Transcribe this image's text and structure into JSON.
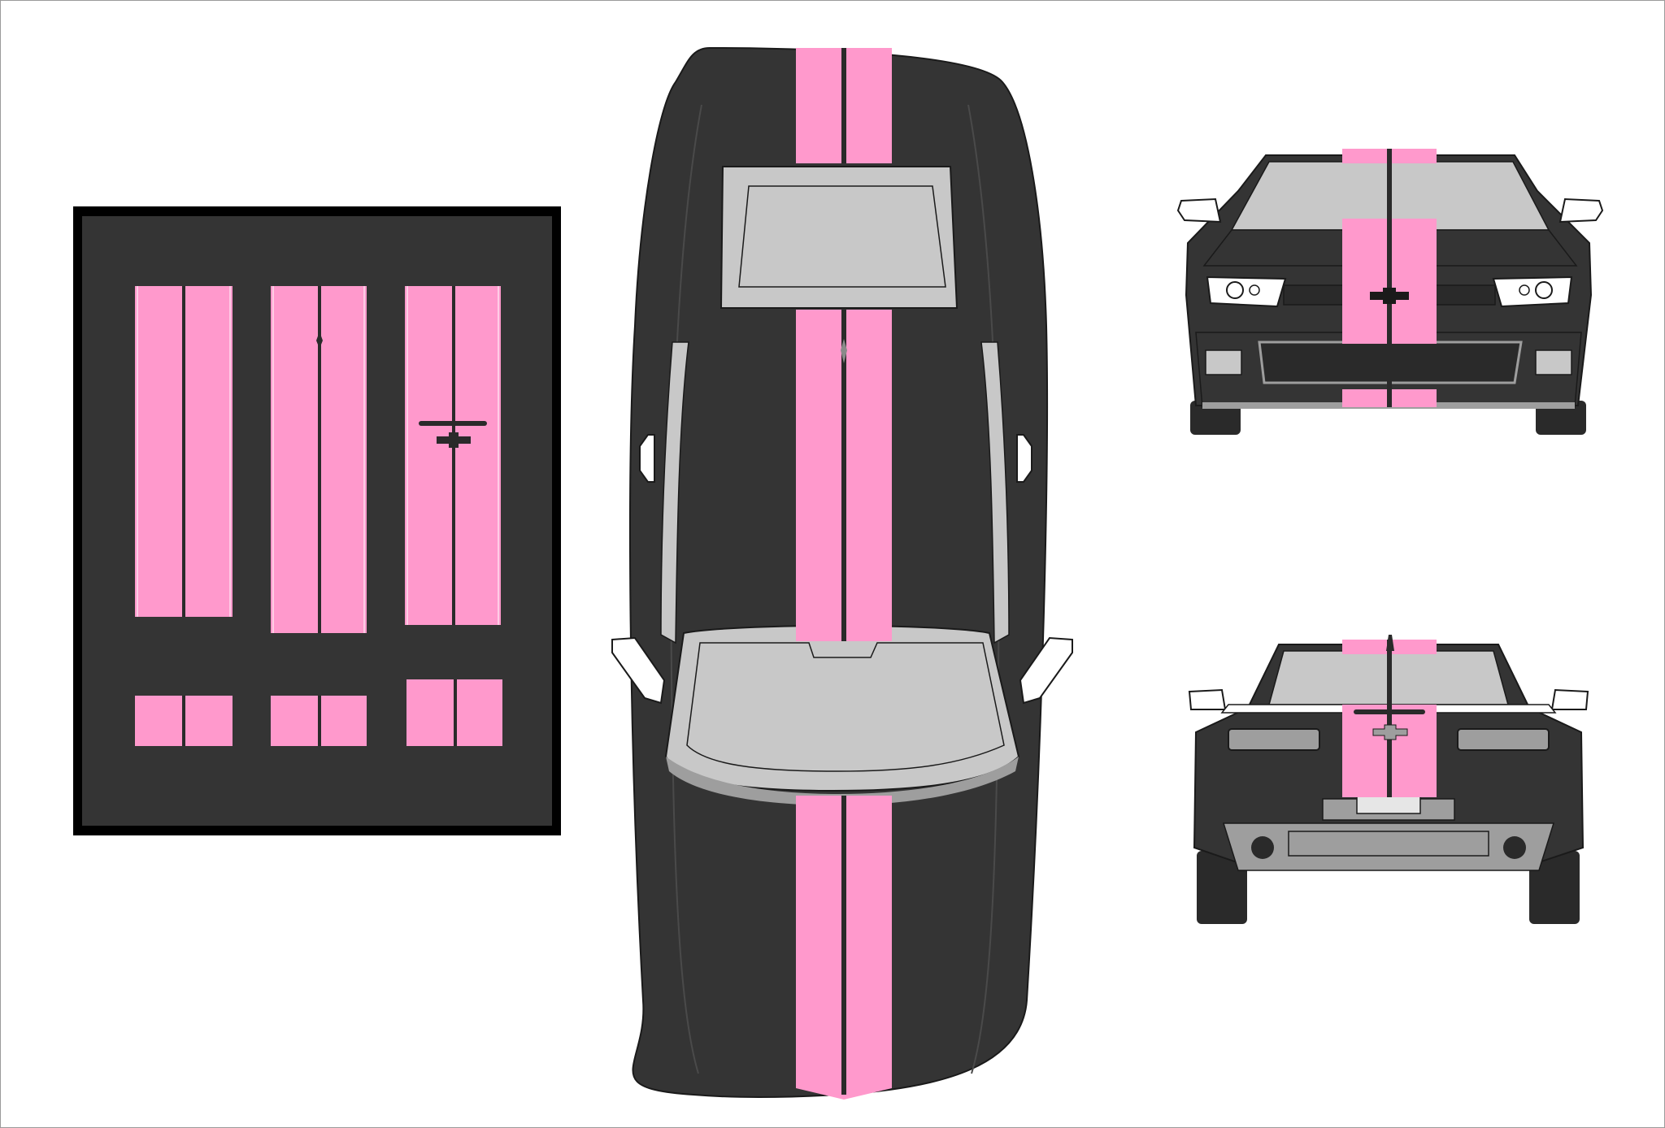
{
  "title": "",
  "colors": {
    "background": "#ffffff",
    "frame_border": "#9a9a9a",
    "car_body": "#343434",
    "car_outline": "#1a1a1a",
    "stripe": "#ff99cc",
    "stripe_divider": "#2a2a2a",
    "glass": "#c8c8c8",
    "panel_frame": "#000000",
    "panel_background": "#343434",
    "bumper": "#bdbdbd",
    "trim": "#9e9e9e"
  },
  "views": [
    {
      "name": "stripe-kit-layout"
    },
    {
      "name": "top-view"
    },
    {
      "name": "front-view"
    },
    {
      "name": "rear-view"
    }
  ],
  "stripe_kit": {
    "long_pieces": 3,
    "short_pieces": 3,
    "emblem_cutouts": [
      "antenna-notch",
      "bowtie-emblem"
    ]
  }
}
